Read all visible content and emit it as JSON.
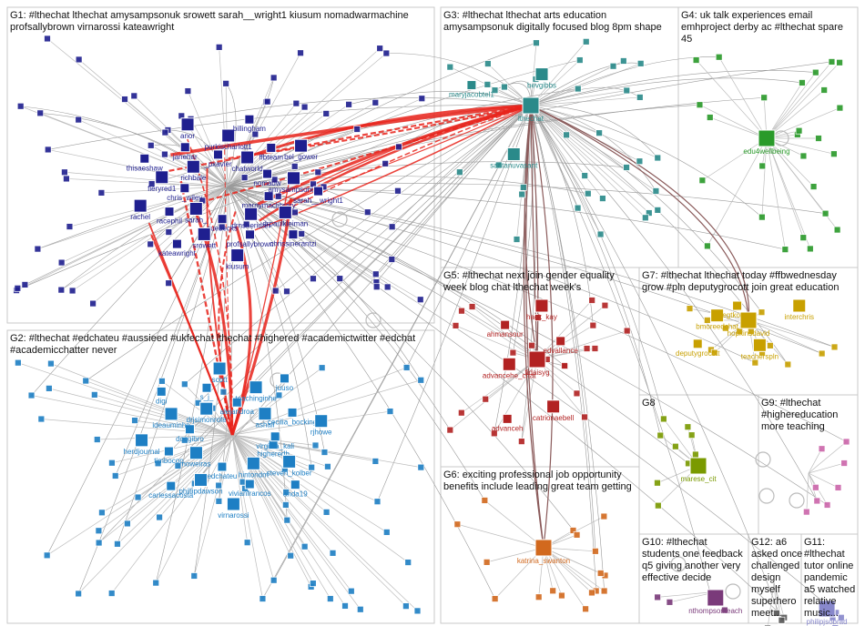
{
  "groups": [
    {
      "id": "G1",
      "lines": [
        "G1: #lthechat lthechat amysampsonuk srowett sarah__wright1 kiusum nomadwarmachine",
        "profsallybrown virnarossi kateawright"
      ],
      "color": "#1f1f8f"
    },
    {
      "id": "G2",
      "lines": [
        "G2: #lthechat #edchateu #aussieed #ukfechat lthechat #highered #academictwitter #edchat",
        "#academicchatter never"
      ],
      "color": "#1e7fc4"
    },
    {
      "id": "G3",
      "lines": [
        "G3: #lthechat lthechat arts education",
        "amysampsonuk digitally focused blog 8pm shape"
      ],
      "color": "#2a8a8a"
    },
    {
      "id": "G4",
      "lines": [
        "G4: uk talk experiences email",
        "emhproject derby ac #lthechat spare",
        "45"
      ],
      "color": "#2a9a2a"
    },
    {
      "id": "G5",
      "lines": [
        "G5: #lthechat next join gender equality",
        "week blog chat lthechat week's"
      ],
      "color": "#b22222"
    },
    {
      "id": "G6",
      "lines": [
        "G6: exciting professional job opportunity",
        "benefits include leading great team getting"
      ],
      "color": "#d2691e"
    },
    {
      "id": "G7",
      "lines": [
        "G7: #lthechat lthechat today #ffbwednesday",
        "grow #pln deputygrocott join great education"
      ],
      "color": "#c8a000"
    },
    {
      "id": "G8",
      "lines": [
        "G8"
      ],
      "color": "#7a9a00"
    },
    {
      "id": "G9",
      "lines": [
        "G9: #lthechat",
        "#highereducation",
        "more teaching"
      ],
      "color": "#cc66aa"
    },
    {
      "id": "G10",
      "lines": [
        "G10: #lthechat",
        "students one feedback",
        "q5 giving another very",
        "effective decide"
      ],
      "color": "#7a3a7a"
    },
    {
      "id": "G12",
      "lines": [
        "G12: a6",
        "asked once",
        "challenged",
        "design",
        "myself",
        "superhero",
        "meet..."
      ],
      "color": "#555555"
    },
    {
      "id": "G11",
      "lines": [
        "G11:",
        "#lthechat",
        "tutor online",
        "pandemic",
        "a5 watched",
        "relative",
        "music..."
      ],
      "color": "#8888cc"
    }
  ],
  "node_labels": {
    "G1": [
      "margymaclibrary",
      "drpaulkleiman",
      "chrissinerantzi",
      "drnsheridan",
      "profsallybrown",
      "kiusum",
      "suebecks",
      "srowett",
      "kateawright",
      "sarah_",
      "racephil",
      "rachel",
      "chris_wiley",
      "fieryred1",
      "thisaeshaw",
      "richbale",
      "janehar",
      "anor",
      "_pxavier",
      "purkischarlott1",
      "billingham",
      "chatworld",
      "ffbteam",
      "bel_gower",
      "nomadw",
      "amysampsonuk",
      "sarah__wright1"
    ],
    "G2": [
      "higheredh",
      "steven_kolber",
      "anda19",
      "hintondm",
      "vivianfrancos",
      "virnarossi",
      "edchateu",
      "phillipdawson",
      "carlessacosta",
      "noweiras",
      "timbocop",
      "herdjournal",
      "docgibro",
      "ideauminho",
      "digi",
      "drjsimonrofe",
      "s_j_",
      "scott",
      "alejandroa",
      "teachinginhe",
      "juuso",
      "ashall",
      "cecilia_bocking",
      "rjhowe",
      "virginia_kali"
    ],
    "G3": [
      "lthechat",
      "santanuvasant",
      "maryjacobtel1",
      "bevgibbs"
    ],
    "G4": [
      "edu4wellbeing"
    ],
    "G5": [
      "fidaisyg",
      "catrionaebell",
      "advanceh",
      "advancehe_chat",
      "ahmansour",
      "hack_kay",
      "edvallance"
    ],
    "G6": [
      "katrina_swanton"
    ],
    "G7": [
      "hopkinsdavid",
      "teacherspln",
      "deputygrocott",
      "bmoreedchat",
      "egtkonus",
      "interchris"
    ],
    "G8": [
      "marese_cit"
    ],
    "G10": [
      "nthompsonteach"
    ],
    "G11": [
      "philipjsobrad"
    ]
  },
  "colors": {
    "box_border": "#c9c9c9",
    "edge_gray": "#9a9a9a",
    "edge_red": "#e8231b",
    "edge_dark": "#8a5a5a"
  }
}
